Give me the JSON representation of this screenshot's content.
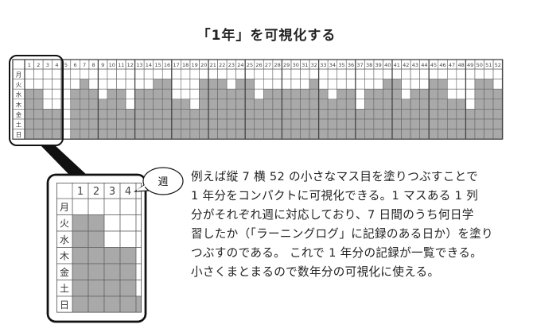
{
  "title": "「1年」を可視化する",
  "day_labels": [
    "月",
    "火",
    "水",
    "木",
    "金",
    "土",
    "日"
  ],
  "weeks": [
    "1",
    "2",
    "3",
    "4",
    "5",
    "6",
    "7",
    "8",
    "9",
    "10",
    "11",
    "12",
    "13",
    "14",
    "15",
    "16",
    "17",
    "18",
    "19",
    "20",
    "21",
    "22",
    "23",
    "24",
    "25",
    "26",
    "27",
    "28",
    "29",
    "30",
    "31",
    "32",
    "33",
    "34",
    "35",
    "36",
    "37",
    "38",
    "39",
    "40",
    "41",
    "42",
    "43",
    "44",
    "45",
    "46",
    "47",
    "48",
    "49",
    "50",
    "51",
    "52"
  ],
  "filled_days_per_week_counted_from_sunday": [
    5,
    5,
    3,
    3,
    0,
    5,
    6,
    5,
    4,
    5,
    5,
    3,
    5,
    5,
    6,
    6,
    4,
    4,
    3,
    6,
    6,
    6,
    5,
    6,
    6,
    4,
    5,
    5,
    5,
    5,
    5,
    6,
    5,
    4,
    5,
    5,
    3,
    5,
    5,
    6,
    6,
    4,
    5,
    5,
    6,
    6,
    4,
    4,
    3,
    6,
    6,
    5
  ],
  "inset": {
    "weeks": [
      "1",
      "2",
      "3",
      "4"
    ],
    "filled_days_per_week_counted_from_sunday": [
      6,
      6,
      4,
      4,
      1
    ],
    "bubble_label": "週"
  },
  "colors": {
    "filled": "#a9a9a9",
    "grid": "#555555"
  },
  "paragraph": [
    "例えば縦 7 横 52 の小さなマス目を塗りつぶすことで",
    "1 年分をコンパクトに可視化できる。1 マスある 1 列",
    "分がそれぞれ週に対応しており、7 日間のうち何日学",
    "習したか（「ラーニングログ」に記録のある日か）を塗り",
    "つぶすのである。 これで 1 年分の記録が一覧できる。",
    "小さくまとまるので数年分の可視化に使える。"
  ]
}
